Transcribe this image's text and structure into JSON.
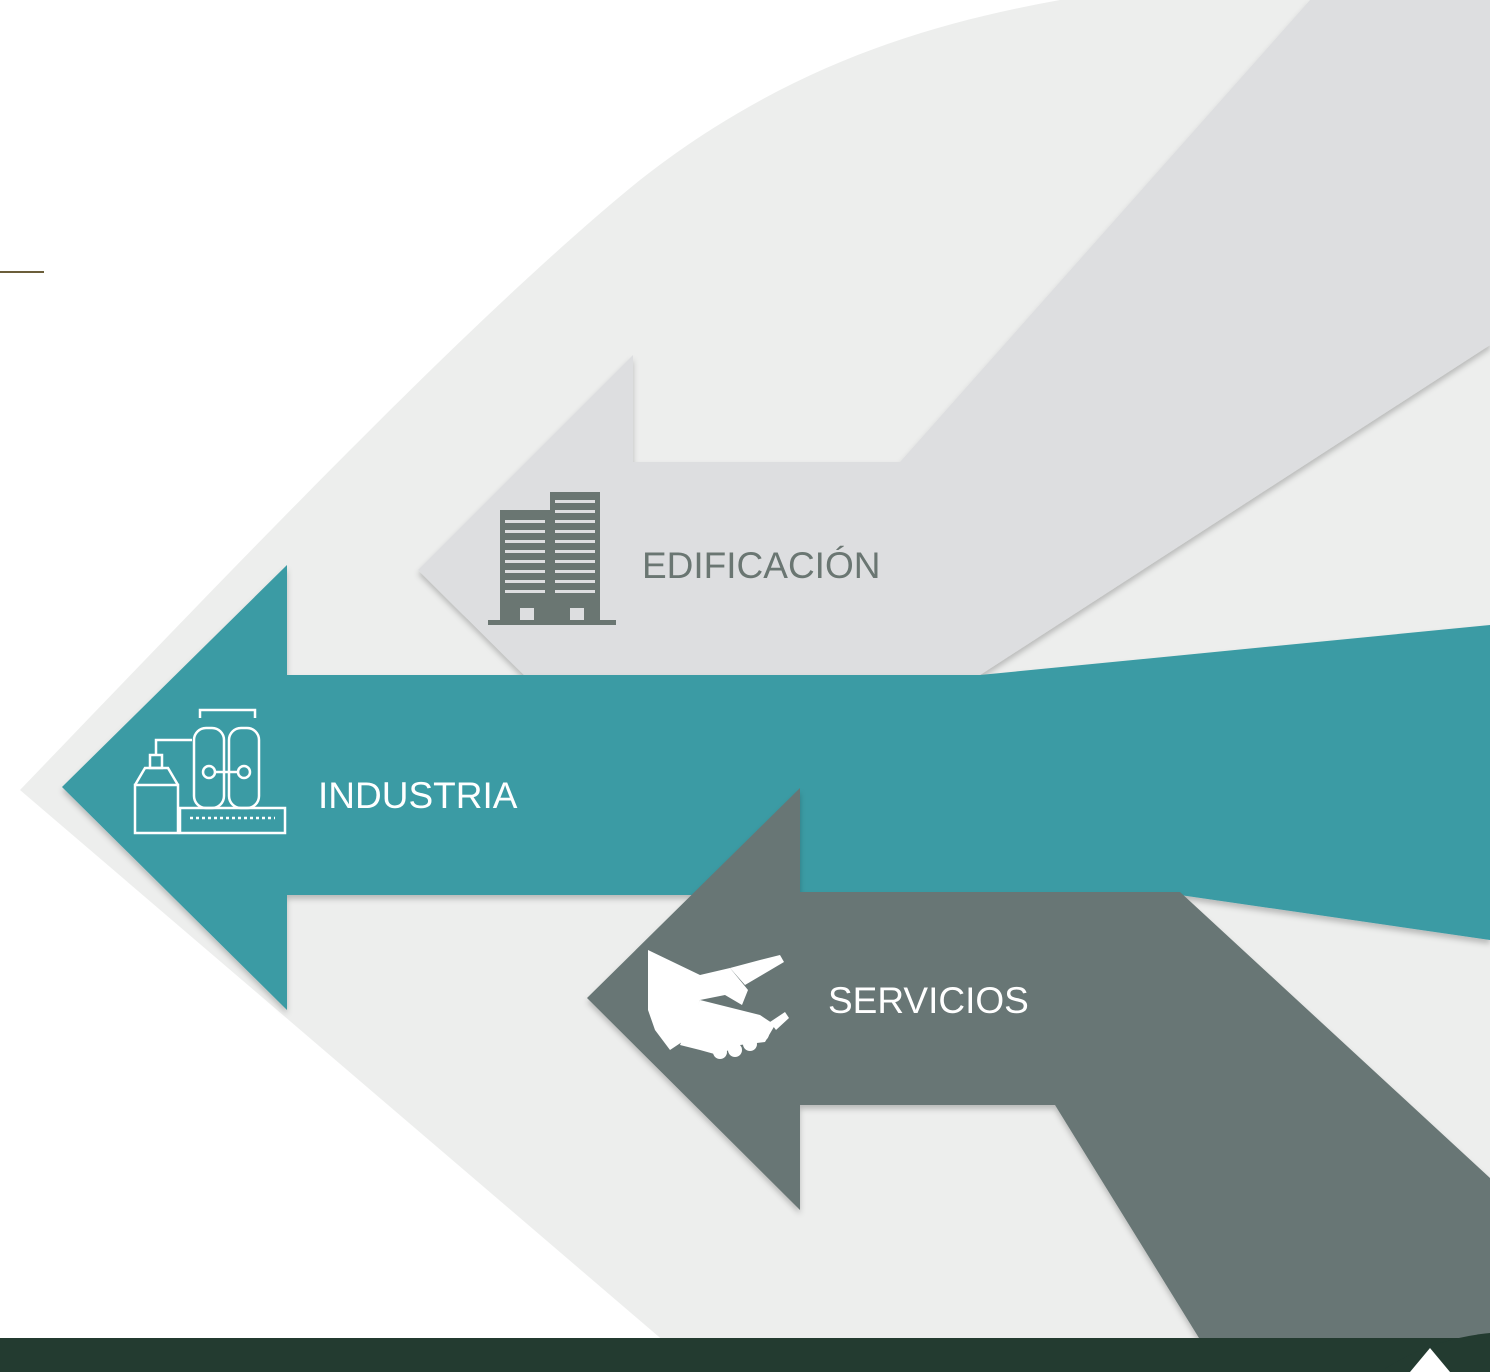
{
  "sectors": [
    {
      "id": "edificacion",
      "label": "EDIFICACIÓN",
      "icon": "buildings-icon",
      "color": "#DDDEE0",
      "text_color": "#6A7672"
    },
    {
      "id": "industria",
      "label": "INDUSTRIA",
      "icon": "factory-icon",
      "color": "#3A9BA4",
      "text_color": "#FFFFFF"
    },
    {
      "id": "servicios",
      "label": "SERVICIOS",
      "icon": "handshake-icon",
      "color": "#677674",
      "text_color": "#FFFFFF"
    }
  ],
  "colors": {
    "background_shape": "#EDEEED",
    "footer": "#233B30",
    "accent_line": "#6B5E3A"
  }
}
